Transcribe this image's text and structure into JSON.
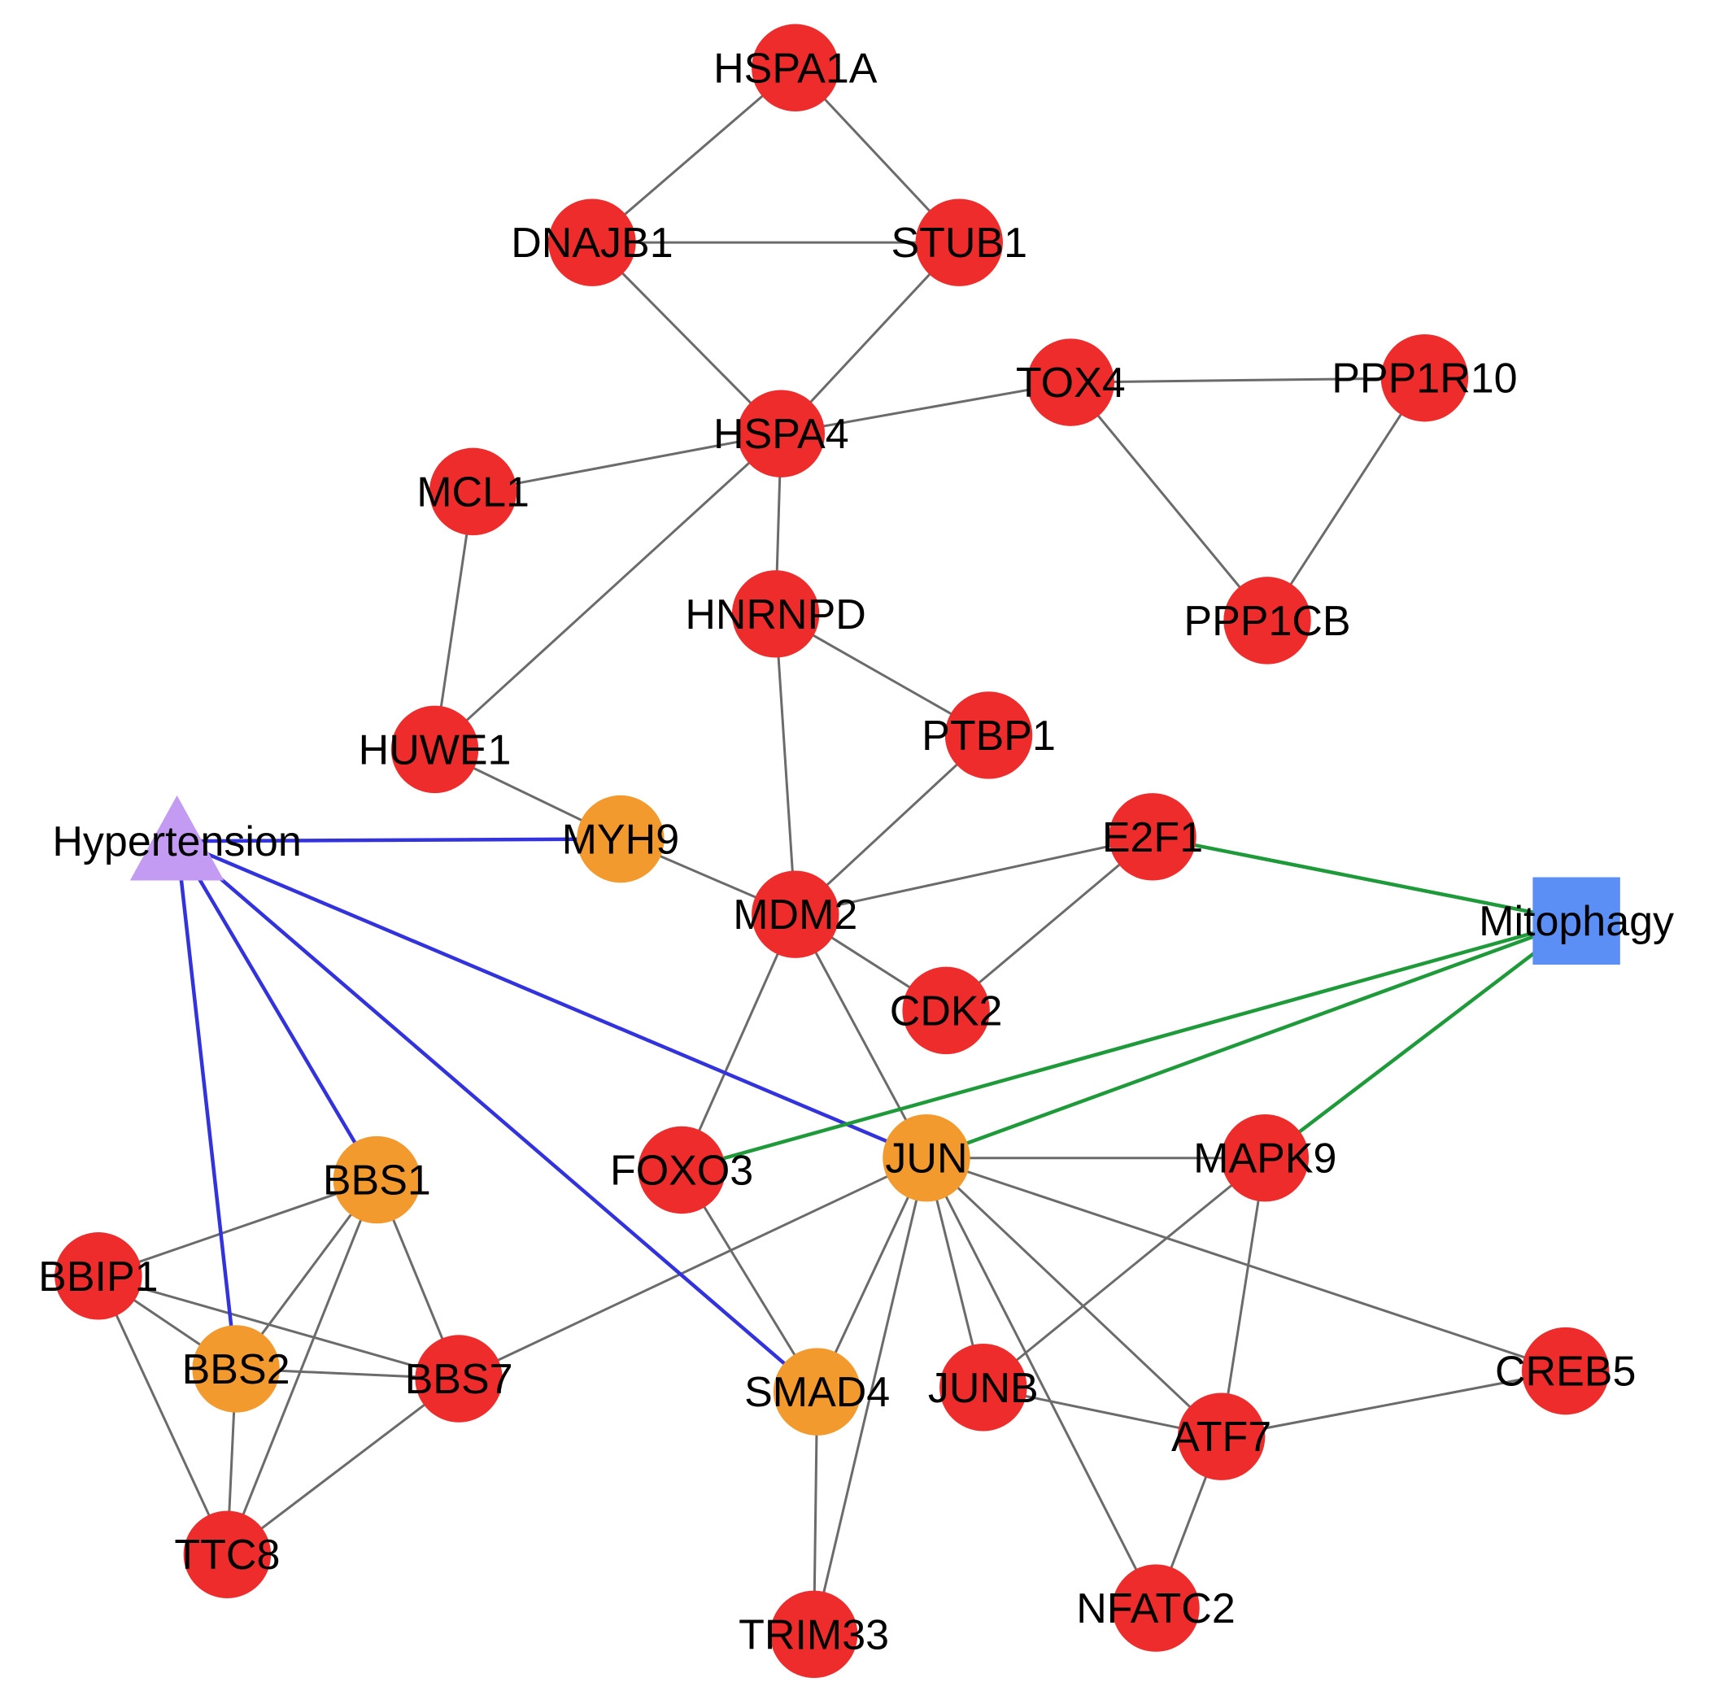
{
  "colors": {
    "gene": "#ee2c2c",
    "shared_gene": "#f39a2e",
    "hypertension": "#c39bf2",
    "mitophagy": "#5b8ff5",
    "edge_ppi": "#6b6b6b",
    "edge_hypertension": "#3333dd",
    "edge_mitophagy": "#1f9a3a"
  },
  "nodes": [
    {
      "id": "HSPA1A",
      "label": "HSPA1A",
      "kind": "gene"
    },
    {
      "id": "DNAJB1",
      "label": "DNAJB1",
      "kind": "gene"
    },
    {
      "id": "STUB1",
      "label": "STUB1",
      "kind": "gene"
    },
    {
      "id": "HSPA4",
      "label": "HSPA4",
      "kind": "gene"
    },
    {
      "id": "TOX4",
      "label": "TOX4",
      "kind": "gene"
    },
    {
      "id": "PPP1R10",
      "label": "PPP1R10",
      "kind": "gene"
    },
    {
      "id": "PPP1CB",
      "label": "PPP1CB",
      "kind": "gene"
    },
    {
      "id": "MCL1",
      "label": "MCL1",
      "kind": "gene"
    },
    {
      "id": "HNRNPD",
      "label": "HNRNPD",
      "kind": "gene"
    },
    {
      "id": "HUWE1",
      "label": "HUWE1",
      "kind": "gene"
    },
    {
      "id": "PTBP1",
      "label": "PTBP1",
      "kind": "gene"
    },
    {
      "id": "Hypertension",
      "label": "Hypertension",
      "kind": "hypertension"
    },
    {
      "id": "MYH9",
      "label": "MYH9",
      "kind": "shared_gene"
    },
    {
      "id": "E2F1",
      "label": "E2F1",
      "kind": "gene"
    },
    {
      "id": "MDM2",
      "label": "MDM2",
      "kind": "gene"
    },
    {
      "id": "Mitophagy",
      "label": "Mitophagy",
      "kind": "mitophagy"
    },
    {
      "id": "CDK2",
      "label": "CDK2",
      "kind": "gene"
    },
    {
      "id": "FOXO3",
      "label": "FOXO3",
      "kind": "gene"
    },
    {
      "id": "JUN",
      "label": "JUN",
      "kind": "shared_gene"
    },
    {
      "id": "MAPK9",
      "label": "MAPK9",
      "kind": "gene"
    },
    {
      "id": "BBS1",
      "label": "BBS1",
      "kind": "shared_gene"
    },
    {
      "id": "BBIP1",
      "label": "BBIP1",
      "kind": "gene"
    },
    {
      "id": "BBS2",
      "label": "BBS2",
      "kind": "shared_gene"
    },
    {
      "id": "BBS7",
      "label": "BBS7",
      "kind": "gene"
    },
    {
      "id": "SMAD4",
      "label": "SMAD4",
      "kind": "shared_gene"
    },
    {
      "id": "JUNB",
      "label": "JUNB",
      "kind": "gene"
    },
    {
      "id": "CREB5",
      "label": "CREB5",
      "kind": "gene"
    },
    {
      "id": "ATF7",
      "label": "ATF7",
      "kind": "gene"
    },
    {
      "id": "TTC8",
      "label": "TTC8",
      "kind": "gene"
    },
    {
      "id": "TRIM33",
      "label": "TRIM33",
      "kind": "gene"
    },
    {
      "id": "NFATC2",
      "label": "NFATC2",
      "kind": "gene"
    }
  ],
  "edges": [
    {
      "source": "HSPA1A",
      "target": "DNAJB1",
      "kind": "ppi"
    },
    {
      "source": "HSPA1A",
      "target": "STUB1",
      "kind": "ppi"
    },
    {
      "source": "DNAJB1",
      "target": "STUB1",
      "kind": "ppi"
    },
    {
      "source": "DNAJB1",
      "target": "HSPA4",
      "kind": "ppi"
    },
    {
      "source": "STUB1",
      "target": "HSPA4",
      "kind": "ppi"
    },
    {
      "source": "HSPA4",
      "target": "TOX4",
      "kind": "ppi"
    },
    {
      "source": "TOX4",
      "target": "PPP1R10",
      "kind": "ppi"
    },
    {
      "source": "TOX4",
      "target": "PPP1CB",
      "kind": "ppi"
    },
    {
      "source": "PPP1R10",
      "target": "PPP1CB",
      "kind": "ppi"
    },
    {
      "source": "HSPA4",
      "target": "MCL1",
      "kind": "ppi"
    },
    {
      "source": "HSPA4",
      "target": "HNRNPD",
      "kind": "ppi"
    },
    {
      "source": "HSPA4",
      "target": "HUWE1",
      "kind": "ppi"
    },
    {
      "source": "MCL1",
      "target": "HUWE1",
      "kind": "ppi"
    },
    {
      "source": "HNRNPD",
      "target": "PTBP1",
      "kind": "ppi"
    },
    {
      "source": "HNRNPD",
      "target": "MDM2",
      "kind": "ppi"
    },
    {
      "source": "HUWE1",
      "target": "MYH9",
      "kind": "ppi"
    },
    {
      "source": "PTBP1",
      "target": "MDM2",
      "kind": "ppi"
    },
    {
      "source": "MYH9",
      "target": "MDM2",
      "kind": "ppi"
    },
    {
      "source": "MDM2",
      "target": "E2F1",
      "kind": "ppi"
    },
    {
      "source": "MDM2",
      "target": "CDK2",
      "kind": "ppi"
    },
    {
      "source": "E2F1",
      "target": "CDK2",
      "kind": "ppi"
    },
    {
      "source": "MDM2",
      "target": "FOXO3",
      "kind": "ppi"
    },
    {
      "source": "MDM2",
      "target": "JUN",
      "kind": "ppi"
    },
    {
      "source": "FOXO3",
      "target": "SMAD4",
      "kind": "ppi"
    },
    {
      "source": "JUN",
      "target": "MAPK9",
      "kind": "ppi"
    },
    {
      "source": "JUN",
      "target": "BBS7",
      "kind": "ppi"
    },
    {
      "source": "JUN",
      "target": "SMAD4",
      "kind": "ppi"
    },
    {
      "source": "JUN",
      "target": "TRIM33",
      "kind": "ppi"
    },
    {
      "source": "JUN",
      "target": "JUNB",
      "kind": "ppi"
    },
    {
      "source": "JUN",
      "target": "ATF7",
      "kind": "ppi"
    },
    {
      "source": "JUN",
      "target": "NFATC2",
      "kind": "ppi"
    },
    {
      "source": "JUN",
      "target": "CREB5",
      "kind": "ppi"
    },
    {
      "source": "MAPK9",
      "target": "JUNB",
      "kind": "ppi"
    },
    {
      "source": "MAPK9",
      "target": "ATF7",
      "kind": "ppi"
    },
    {
      "source": "JUNB",
      "target": "ATF7",
      "kind": "ppi"
    },
    {
      "source": "ATF7",
      "target": "CREB5",
      "kind": "ppi"
    },
    {
      "source": "ATF7",
      "target": "NFATC2",
      "kind": "ppi"
    },
    {
      "source": "SMAD4",
      "target": "TRIM33",
      "kind": "ppi"
    },
    {
      "source": "BBS1",
      "target": "BBIP1",
      "kind": "ppi"
    },
    {
      "source": "BBS1",
      "target": "BBS2",
      "kind": "ppi"
    },
    {
      "source": "BBS1",
      "target": "BBS7",
      "kind": "ppi"
    },
    {
      "source": "BBS1",
      "target": "TTC8",
      "kind": "ppi"
    },
    {
      "source": "BBIP1",
      "target": "BBS2",
      "kind": "ppi"
    },
    {
      "source": "BBIP1",
      "target": "BBS7",
      "kind": "ppi"
    },
    {
      "source": "BBIP1",
      "target": "TTC8",
      "kind": "ppi"
    },
    {
      "source": "BBS2",
      "target": "BBS7",
      "kind": "ppi"
    },
    {
      "source": "BBS2",
      "target": "TTC8",
      "kind": "ppi"
    },
    {
      "source": "BBS7",
      "target": "TTC8",
      "kind": "ppi"
    },
    {
      "source": "Hypertension",
      "target": "MYH9",
      "kind": "hypertension"
    },
    {
      "source": "Hypertension",
      "target": "JUN",
      "kind": "hypertension"
    },
    {
      "source": "Hypertension",
      "target": "BBS1",
      "kind": "hypertension"
    },
    {
      "source": "Hypertension",
      "target": "BBS2",
      "kind": "hypertension"
    },
    {
      "source": "Hypertension",
      "target": "SMAD4",
      "kind": "hypertension"
    },
    {
      "source": "Mitophagy",
      "target": "E2F1",
      "kind": "mitophagy"
    },
    {
      "source": "Mitophagy",
      "target": "FOXO3",
      "kind": "mitophagy"
    },
    {
      "source": "Mitophagy",
      "target": "JUN",
      "kind": "mitophagy"
    },
    {
      "source": "Mitophagy",
      "target": "MAPK9",
      "kind": "mitophagy"
    }
  ]
}
